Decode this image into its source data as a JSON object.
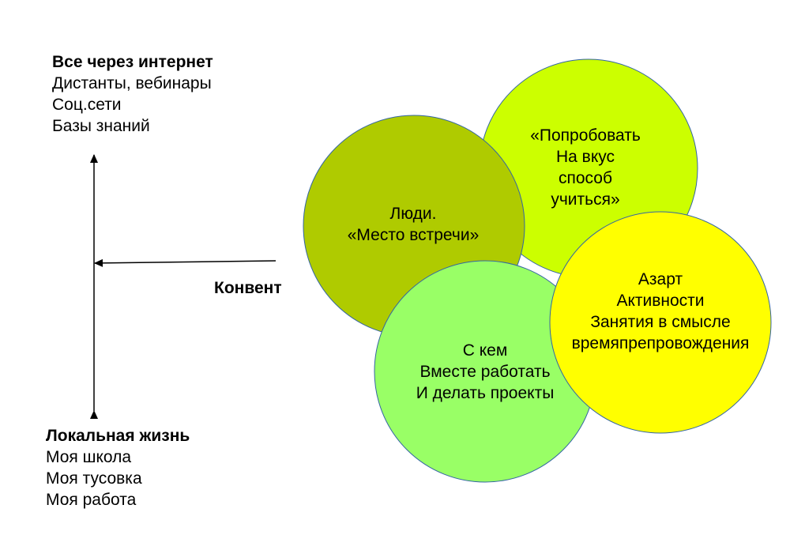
{
  "top_block": {
    "heading": "Все через интернет",
    "lines": [
      "Дистанты, вебинары",
      "Соц.сети",
      "Базы знаний"
    ]
  },
  "bottom_block": {
    "heading": "Локальная жизнь",
    "lines": [
      "Моя школа",
      "Моя тусовка",
      "Моя работа"
    ]
  },
  "arrow_label": "Конвент",
  "circles": {
    "people": {
      "lines": [
        "Люди.",
        "«Место встречи»"
      ],
      "fill": "#afcb00"
    },
    "try": {
      "lines": [
        "«Попробовать",
        "На вкус",
        "способ",
        "учиться»"
      ],
      "fill": "#ccff00"
    },
    "who": {
      "lines": [
        "С кем",
        "Вместе работать",
        "И делать проекты"
      ],
      "fill": "#99ff66"
    },
    "excite": {
      "lines": [
        "Азарт",
        "Активности",
        "Занятия в смысле",
        "времяпрепровождения"
      ],
      "fill": "#ffff00"
    }
  },
  "colors": {
    "circle_stroke": "#3465a4",
    "arrow": "#000000"
  }
}
